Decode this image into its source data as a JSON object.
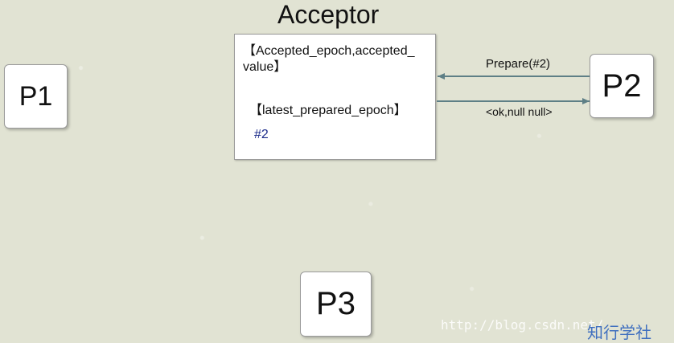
{
  "title": "Acceptor",
  "acceptor": {
    "line1": "【Accepted_epoch,accepted_",
    "line2": "value】",
    "line3": "【latest_prepared_epoch】",
    "line4": "#2"
  },
  "processes": {
    "p1": "P1",
    "p2": "P2",
    "p3": "P3"
  },
  "arrows": {
    "prepare_label": "Prepare(#2)",
    "reply_label": "<ok,null null>"
  },
  "watermark": {
    "url": "http://blog.csdn.net/",
    "brand": "知行学社"
  },
  "colors": {
    "background": "#e1e3d3",
    "arrow": "#5e7f86",
    "epoch_value": "#1a2a8a"
  }
}
